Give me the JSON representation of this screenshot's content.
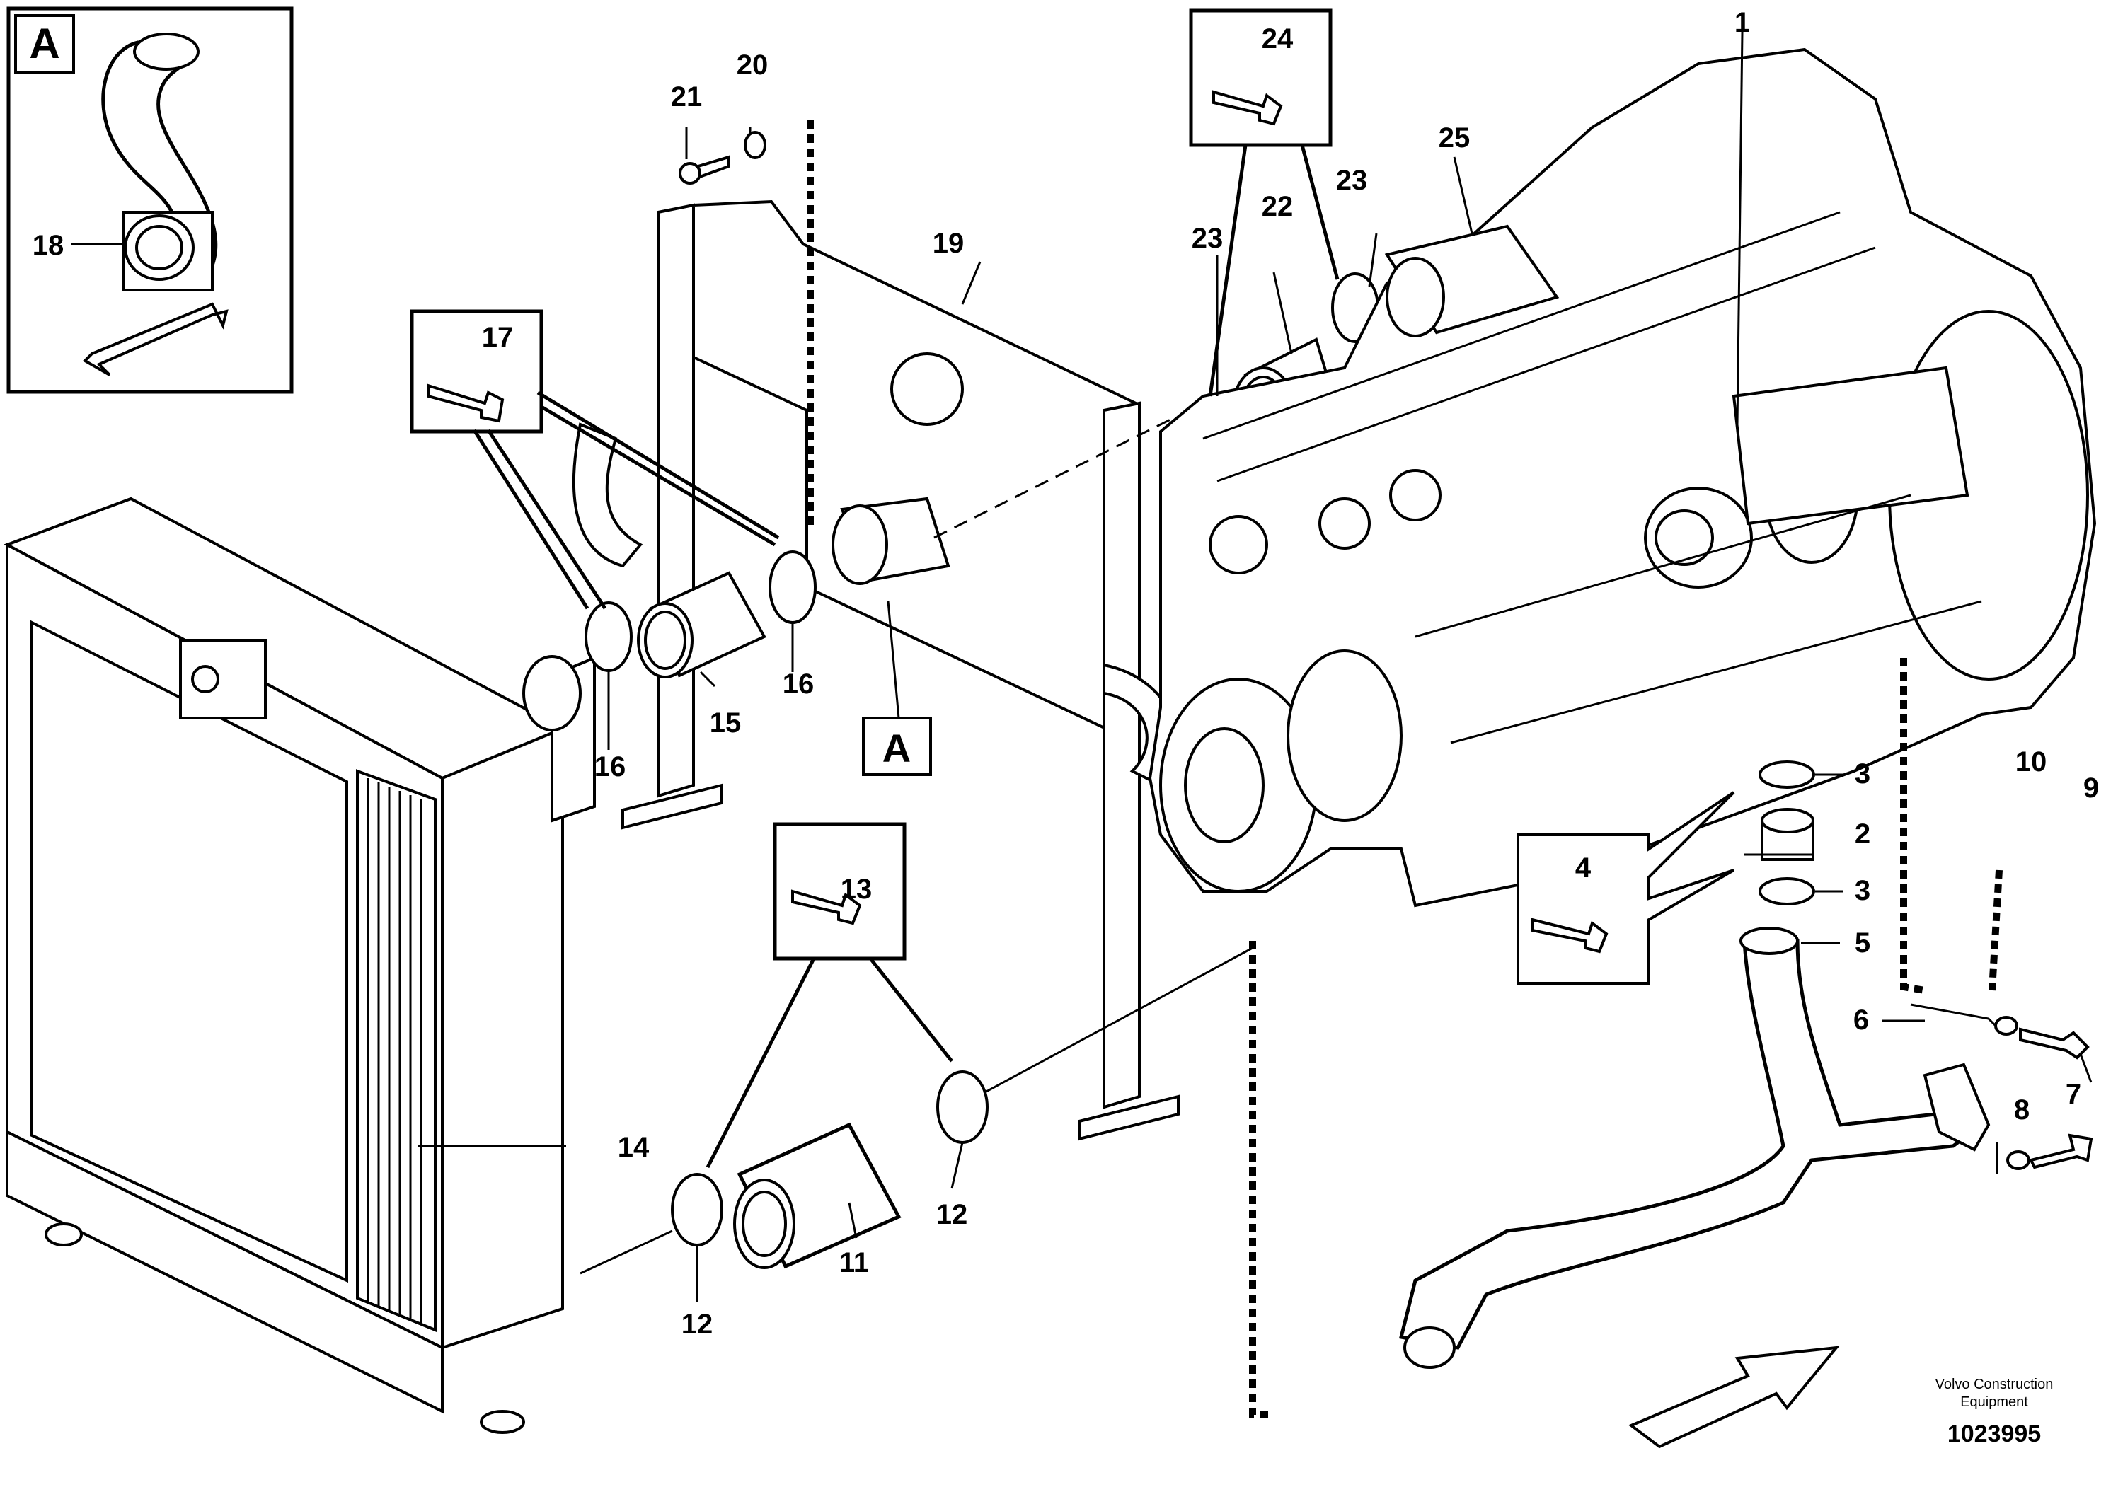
{
  "inset_letter": "A",
  "view_label": "A",
  "brand": {
    "line1": "Volvo Construction",
    "line2": "Equipment"
  },
  "drawing_number": "1023995",
  "callouts": [
    "1",
    "2",
    "3",
    "3",
    "4",
    "5",
    "6",
    "7",
    "8",
    "9",
    "10",
    "11",
    "12",
    "12",
    "13",
    "14",
    "15",
    "16",
    "16",
    "17",
    "18",
    "19",
    "20",
    "21",
    "22",
    "23",
    "23",
    "24",
    "25"
  ]
}
